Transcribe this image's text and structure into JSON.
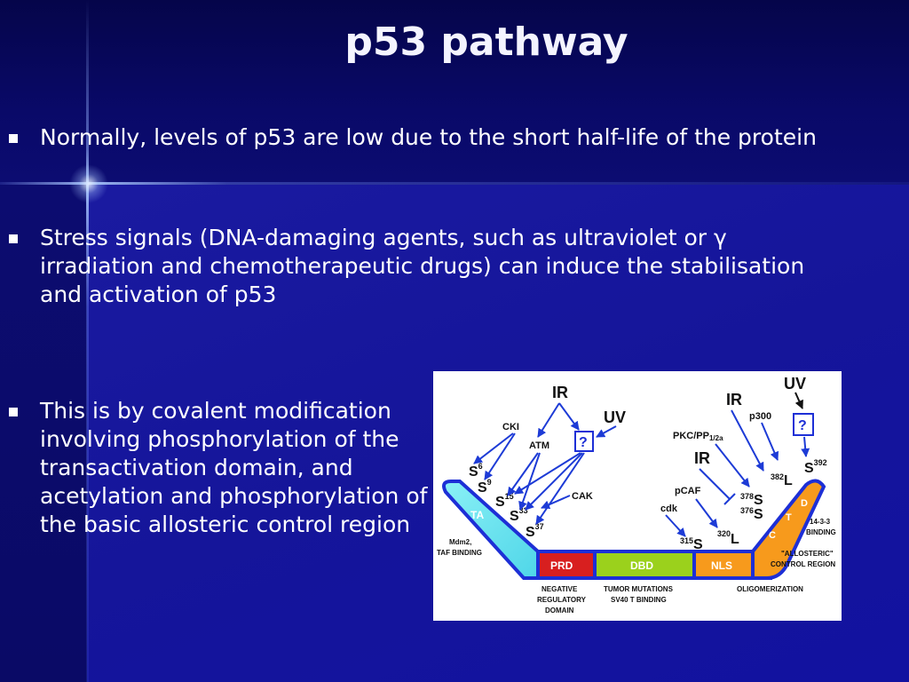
{
  "slide": {
    "title": "p53 pathway",
    "bullets": [
      "Normally, levels of p53 are low due to the short half-life of the protein",
      "Stress signals (DNA-damaging agents, such as ultraviolet or γ irradiation and chemotherapeutic drugs) can induce the stabilisation and activation of p53",
      "This is by covalent modification involving phosphorylation of the transactivation domain, and acetylation and phosphorylation of the basic allosteric control region"
    ]
  },
  "figure": {
    "stimuli": {
      "ir_left": "IR",
      "uv_left": "UV",
      "ir_mid": "IR",
      "uv_right": "UV",
      "ir_center": "IR",
      "question": "?"
    },
    "kinases": {
      "cki": "CKI",
      "atm": "ATM",
      "cak": "CAK",
      "pkc": "PKC/PP",
      "pkc_sub": "1/2a",
      "p300": "p300",
      "pcaf": "pCAF",
      "cdk": "cdk"
    },
    "sites": {
      "s6": {
        "letter": "S",
        "num": "6"
      },
      "s9": {
        "letter": "S",
        "num": "9"
      },
      "s15": {
        "letter": "S",
        "num": "15"
      },
      "s33": {
        "letter": "S",
        "num": "33"
      },
      "s37": {
        "letter": "S",
        "num": "37"
      },
      "s315": {
        "num": "315",
        "letter": "S"
      },
      "l320": {
        "num": "320",
        "letter": "L"
      },
      "s376": {
        "num": "376",
        "letter": "S"
      },
      "s378": {
        "num": "378",
        "letter": "S"
      },
      "l382": {
        "num": "382",
        "letter": "L"
      },
      "s392": {
        "letter": "S",
        "num": "392"
      }
    },
    "domains": {
      "ta": "TA",
      "prd": "PRD",
      "dbd": "DBD",
      "nls": "NLS",
      "d": "D",
      "t": "T",
      "c": "C"
    },
    "labels": {
      "mdm2_1": "Mdm2,",
      "mdm2_2": "TAF BINDING",
      "neg_1": "NEGATIVE",
      "neg_2": "REGULATORY",
      "neg_3": "DOMAIN",
      "tumor_1": "TUMOR MUTATIONS",
      "tumor_2": "SV40 T BINDING",
      "oligo": "OLIGOMERIZATION",
      "b1433_1": "14-3-3",
      "b1433_2": "BINDING",
      "allo_1": "\"ALLOSTERIC\"",
      "allo_2": "CONTROL REGION"
    },
    "colors": {
      "ta": "#5fe3ef",
      "prd": "#d81f1f",
      "dbd": "#9bd11c",
      "nls": "#f79a1c",
      "outline": "#1d2fd6",
      "arrow": "#1d3bd6"
    }
  }
}
